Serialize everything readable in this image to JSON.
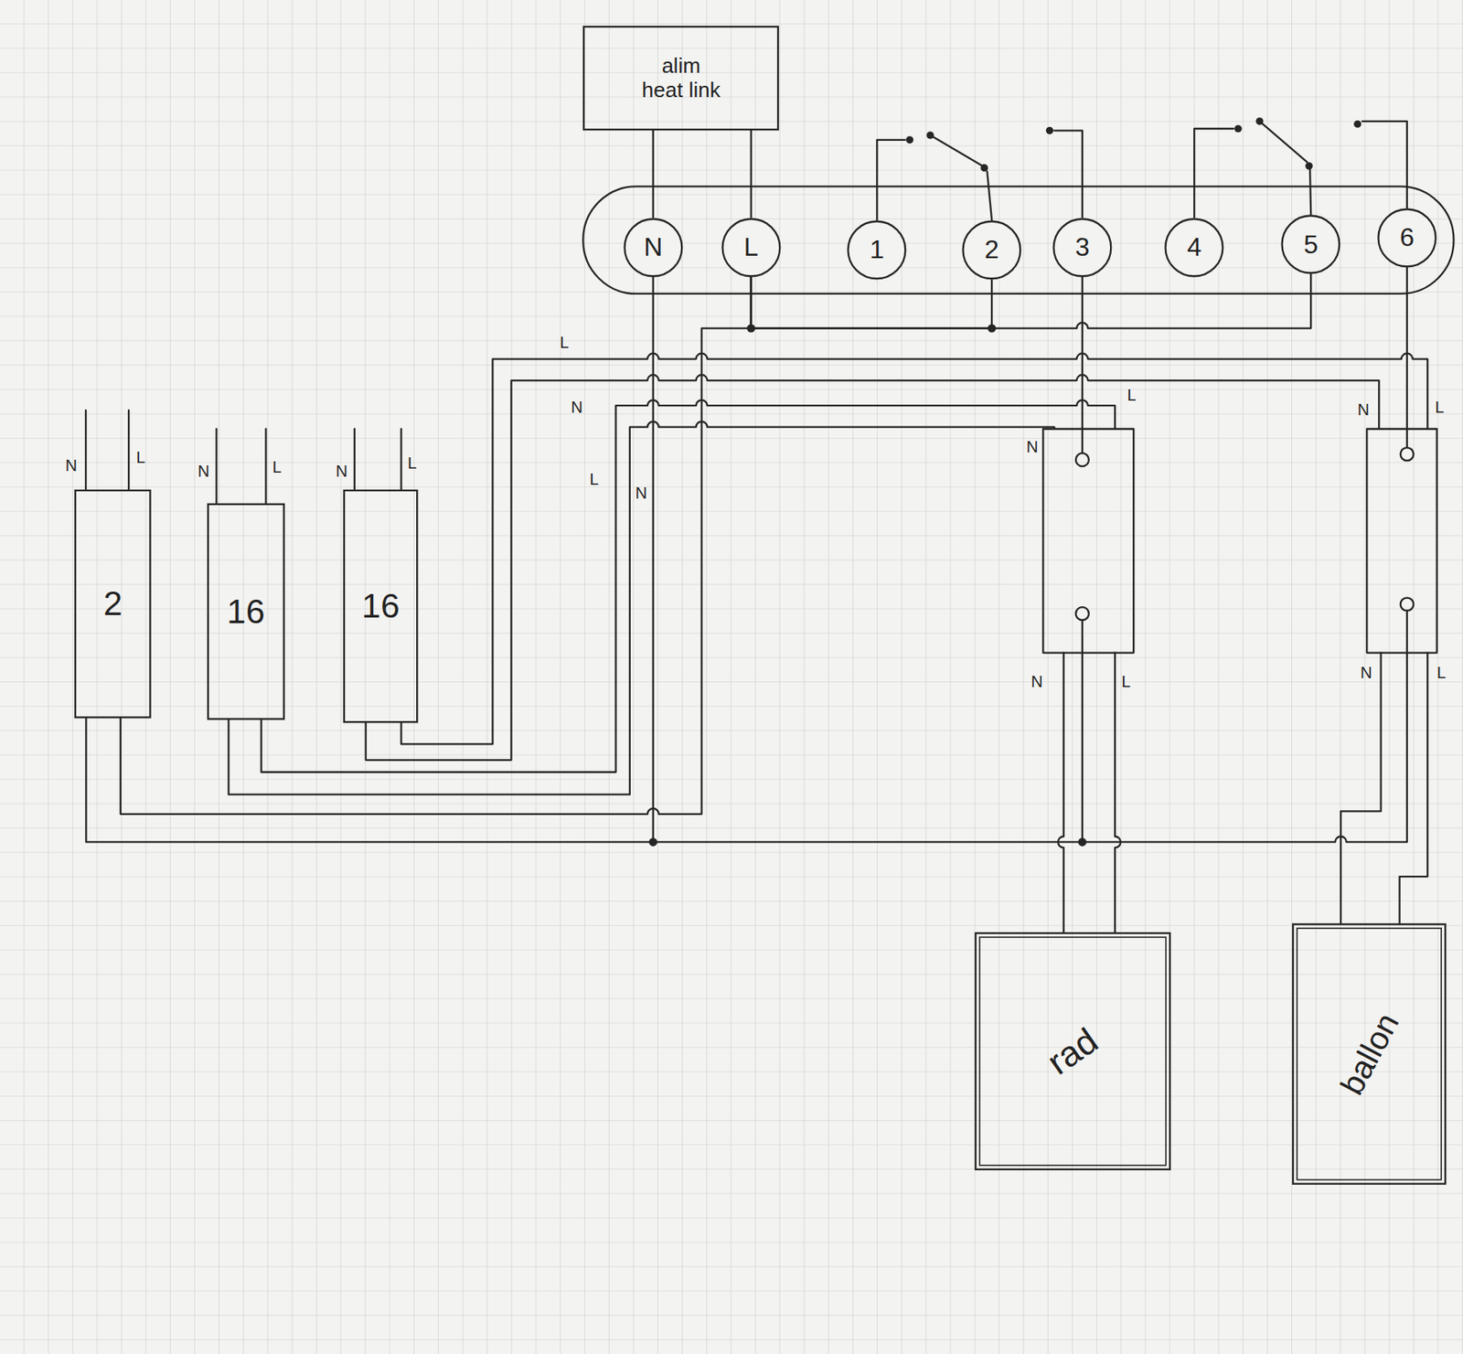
{
  "diagram": {
    "nodes": [
      {
        "text": [
          "alim heat link"
        ]
      },
      {
        "text": [
          "N"
        ]
      },
      {
        "text": [
          "L"
        ]
      },
      {
        "text": [
          "1"
        ]
      },
      {
        "text": [
          "2"
        ]
      },
      {
        "text": [
          "3"
        ]
      },
      {
        "text": [
          "4"
        ]
      },
      {
        "text": [
          "5"
        ]
      },
      {
        "text": [
          "6"
        ]
      },
      {
        "text": [
          "2"
        ]
      },
      {
        "text": [
          "16"
        ]
      },
      {
        "text": [
          "16"
        ]
      },
      {
        "text": [
          "rad"
        ]
      },
      {
        "text": [
          "ballon"
        ]
      }
    ],
    "edges": [
      {
        "from": 0,
        "to": 1,
        "arrow": "none"
      },
      {
        "from": 0,
        "to": 2,
        "arrow": "none"
      },
      {
        "from": 2,
        "to": 4,
        "arrow": "none"
      },
      {
        "from": 2,
        "to": 7,
        "arrow": "none"
      },
      {
        "from": 9,
        "to": 1,
        "arrow": "none"
      },
      {
        "from": 9,
        "to": 2,
        "arrow": "none"
      }
    ],
    "labels": [
      "N",
      "L",
      "N",
      "L",
      "N",
      "L",
      "L",
      "N",
      "L",
      "N",
      "N",
      "L",
      "N",
      "L",
      "N",
      "L",
      "N",
      "L"
    ]
  }
}
